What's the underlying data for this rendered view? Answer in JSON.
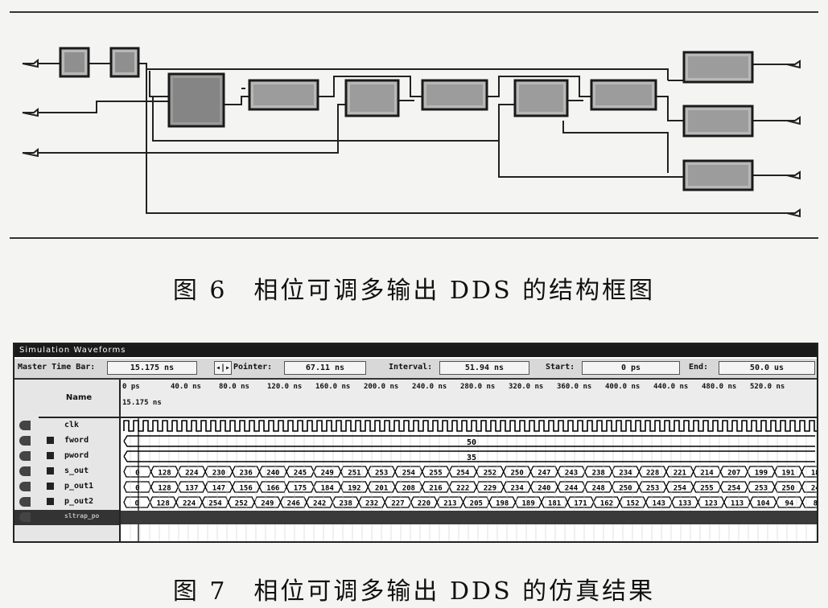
{
  "figure6": {
    "caption": "图 6　相位可调多输出 DDS 的结构框图"
  },
  "figure7": {
    "caption": "图 7　相位可调多输出 DDS 的仿真结果"
  },
  "simulator": {
    "window_title": "Simulation Waveforms",
    "toolbar": {
      "master_label": "Master Time Bar:",
      "master_value": "15.175 ns",
      "pointer_label": "Pointer:",
      "pointer_value": "67.11 ns",
      "interval_label": "Interval:",
      "interval_value": "51.94 ns",
      "start_label": "Start:",
      "start_value": "0 ps",
      "end_label": "End:",
      "end_value": "50.0 us"
    },
    "name_header": "Name",
    "time_ticks": [
      "0 ps",
      "40.0 ns",
      "80.0 ns",
      "120.0 ns",
      "160.0 ns",
      "200.0 ns",
      "240.0 ns",
      "280.0 ns",
      "320.0 ns",
      "360.0 ns",
      "400.0 ns",
      "440.0 ns",
      "480.0 ns",
      "520.0 ns"
    ],
    "cursor_label": "15.175 ns",
    "signals": [
      {
        "name": "clk",
        "type": "clock"
      },
      {
        "name": "fword",
        "type": "const",
        "value": "50"
      },
      {
        "name": "pword",
        "type": "const",
        "value": "35"
      },
      {
        "name": "s_out",
        "type": "bus",
        "values": [
          "0",
          "128",
          "224",
          "230",
          "236",
          "240",
          "245",
          "249",
          "251",
          "253",
          "254",
          "255",
          "254",
          "252",
          "250",
          "247",
          "243",
          "238",
          "234",
          "228",
          "221",
          "214",
          "207",
          "199",
          "191",
          "18"
        ]
      },
      {
        "name": "p_out1",
        "type": "bus",
        "values": [
          "0",
          "128",
          "137",
          "147",
          "156",
          "166",
          "175",
          "184",
          "192",
          "201",
          "208",
          "216",
          "222",
          "229",
          "234",
          "240",
          "244",
          "248",
          "250",
          "253",
          "254",
          "255",
          "254",
          "253",
          "250",
          "24"
        ]
      },
      {
        "name": "p_out2",
        "type": "bus",
        "values": [
          "0",
          "128",
          "224",
          "254",
          "252",
          "249",
          "246",
          "242",
          "238",
          "232",
          "227",
          "220",
          "213",
          "205",
          "198",
          "189",
          "181",
          "171",
          "162",
          "152",
          "143",
          "133",
          "123",
          "113",
          "104",
          "94",
          "8"
        ]
      },
      {
        "name": "sltrap_po",
        "type": "trace"
      }
    ]
  }
}
